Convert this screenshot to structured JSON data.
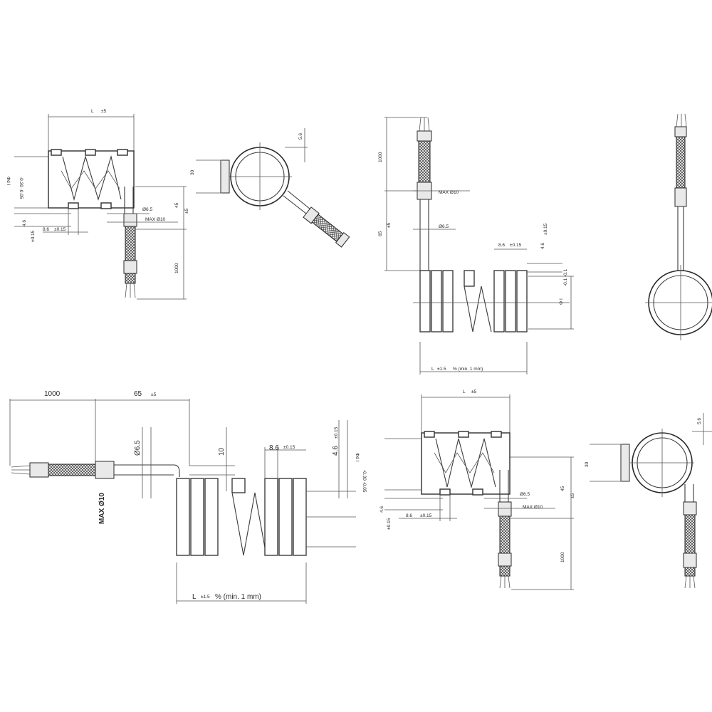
{
  "view_a": {
    "L": "L",
    "L_tol": "±5",
    "d": "Φd I",
    "d_tol": "-0.30 -0.05",
    "d45": "45",
    "d45_tol": "±5",
    "d1000": "1000",
    "d30": "30",
    "d56": "5.6",
    "d46": "4.6",
    "d46_tol": "±0.15",
    "d86": "8.6",
    "d86_tol": "±0.15",
    "dia65": "Ø6.5",
    "max10": "MAX Ø10"
  },
  "view_b": {
    "d1000": "1000",
    "max10": "MAX Ø10",
    "d65": "65",
    "d65_tol": "±5",
    "dia65": "Ø6.5",
    "d86": "8.6",
    "d86_tol": "±0.15",
    "d46": "4.6",
    "d46_tol": "±0.15",
    "d": "Φ I",
    "d_tol": "-0.1 -0.1",
    "L": "L",
    "L_tol": "±1.5",
    "pitch": "% (min. 1 mm)"
  },
  "view_c": {
    "d1000": "1000",
    "d65": "65",
    "d65_tol": "±5",
    "dia65": "Ø6.5",
    "d10": "10",
    "d86": "8.6",
    "d86_tol": "±0.15",
    "d46": "4.6",
    "d46_tol": "±0.15",
    "max10": "MAX Ø10",
    "L": "L",
    "L_tol": "±1.5",
    "pitch": "% (min. 1 mm)"
  },
  "view_d": {
    "L": "L",
    "L_tol": "±5",
    "d": "Φd I",
    "d_tol": "-0.30 -0.05",
    "d45": "45",
    "d45_tol": "±5",
    "d1000": "1000",
    "d30": "30",
    "d56": "5.6",
    "d46": "4.6",
    "d46_tol": "±0.15",
    "d86": "8.6",
    "d86_tol": "±0.15",
    "dia65": "Ø6.5",
    "max10": "MAX Ø10"
  }
}
